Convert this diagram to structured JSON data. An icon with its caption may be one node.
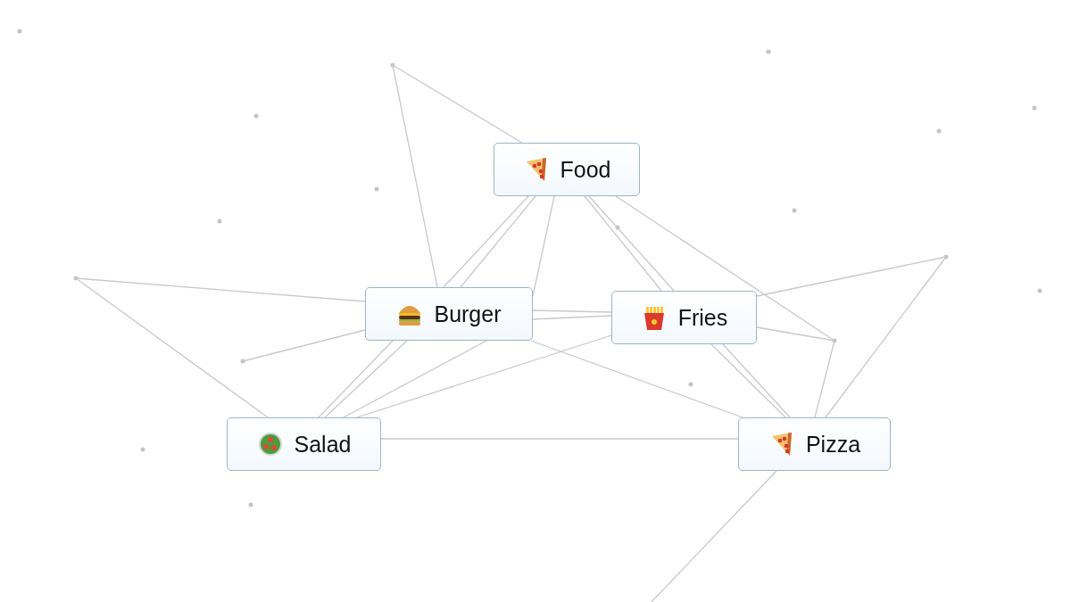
{
  "diagram": {
    "nodes": [
      {
        "text": [
          "Food"
        ]
      },
      {
        "text": [
          "Burger"
        ]
      },
      {
        "text": [
          "Fries"
        ]
      },
      {
        "text": [
          "Salad"
        ]
      },
      {
        "text": [
          "Pizza"
        ]
      }
    ],
    "edges": [
      {
        "from": 0,
        "to": 1,
        "arrow": "none"
      },
      {
        "from": 0,
        "to": 1,
        "arrow": "none"
      },
      {
        "from": 0,
        "to": 1,
        "arrow": "none"
      },
      {
        "from": 0,
        "to": 2,
        "arrow": "none"
      },
      {
        "from": 0,
        "to": 2,
        "arrow": "none"
      },
      {
        "from": 1,
        "to": 2,
        "arrow": "none"
      },
      {
        "from": 1,
        "to": 2,
        "arrow": "none"
      },
      {
        "from": 1,
        "to": 3,
        "arrow": "none"
      },
      {
        "from": 1,
        "to": 3,
        "arrow": "none"
      },
      {
        "from": 1,
        "to": 3,
        "arrow": "none"
      },
      {
        "from": 2,
        "to": 3,
        "arrow": "none"
      },
      {
        "from": 1,
        "to": 4,
        "arrow": "none"
      },
      {
        "from": 2,
        "to": 4,
        "arrow": "none"
      },
      {
        "from": 2,
        "to": 4,
        "arrow": "none"
      },
      {
        "from": 3,
        "to": 4,
        "arrow": "none"
      },
      {
        "from": 0,
        "to": null,
        "arrow": "none"
      },
      {
        "from": 1,
        "to": null,
        "arrow": "none"
      },
      {
        "from": 1,
        "to": null,
        "arrow": "none"
      },
      {
        "from": 3,
        "to": null,
        "arrow": "none"
      },
      {
        "from": 1,
        "to": null,
        "arrow": "none"
      },
      {
        "from": 2,
        "to": null,
        "arrow": "none"
      },
      {
        "from": 4,
        "to": null,
        "arrow": "none"
      },
      {
        "from": 2,
        "to": null,
        "arrow": "none"
      },
      {
        "from": 4,
        "to": null,
        "arrow": "none"
      },
      {
        "from": 0,
        "to": null,
        "arrow": "none"
      },
      {
        "from": 4,
        "to": null,
        "arrow": "none"
      }
    ]
  }
}
